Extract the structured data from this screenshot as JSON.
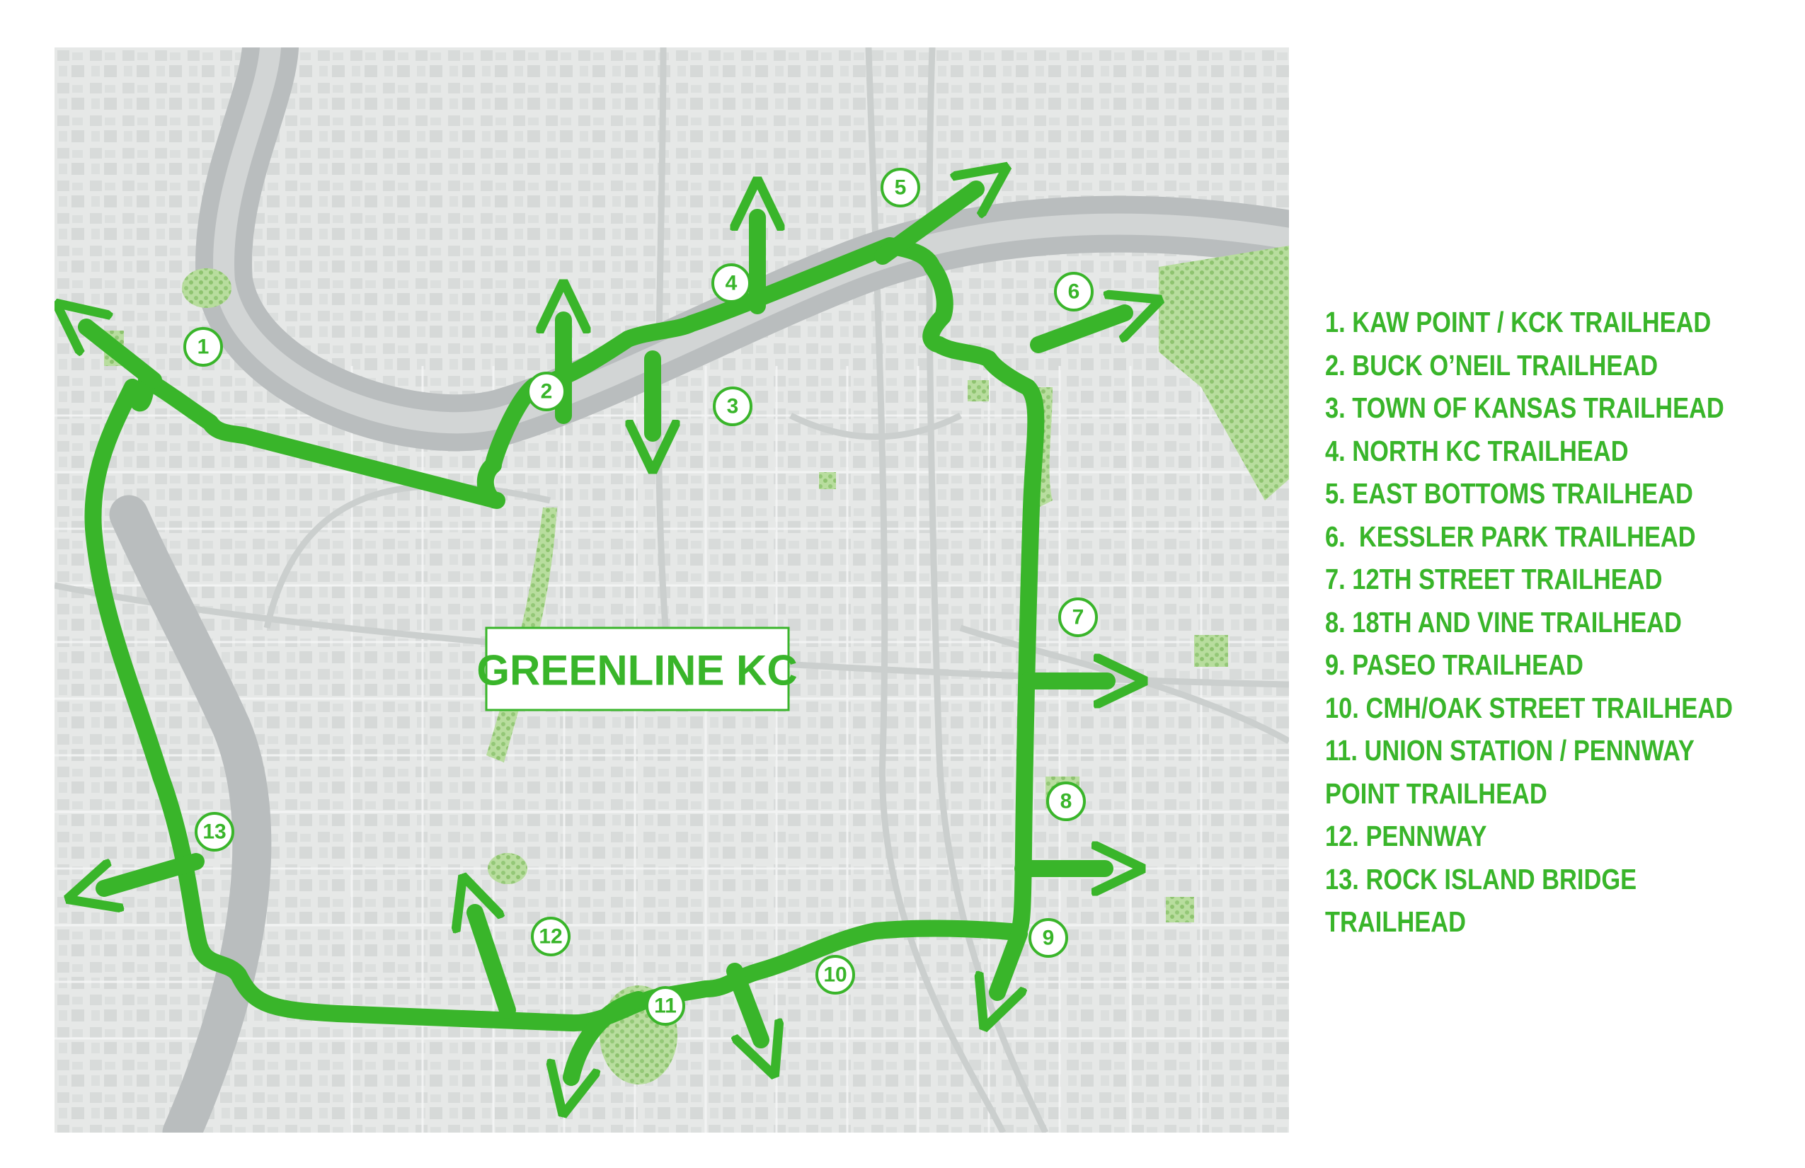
{
  "map": {
    "title": "GREENLINE KC",
    "colors": {
      "route": "#39b52a",
      "park": "#a8d98a",
      "river": "#b9bdbe",
      "basemap": "#e5e7e6",
      "roads": "#cfd2d2",
      "label_background": "#ffffff"
    },
    "markers": [
      {
        "number": "1"
      },
      {
        "number": "2"
      },
      {
        "number": "3"
      },
      {
        "number": "4"
      },
      {
        "number": "5"
      },
      {
        "number": "6"
      },
      {
        "number": "7"
      },
      {
        "number": "8"
      },
      {
        "number": "9"
      },
      {
        "number": "10"
      },
      {
        "number": "11"
      },
      {
        "number": "12"
      },
      {
        "number": "13"
      }
    ]
  },
  "legend": {
    "items": [
      "1. KAW POINT / KCK TRAILHEAD",
      "2. BUCK O’NEIL TRAILHEAD",
      "3. TOWN OF KANSAS TRAILHEAD",
      "4. NORTH KC TRAILHEAD",
      "5. EAST BOTTOMS TRAILHEAD",
      "6.  KESSLER PARK TRAILHEAD",
      "7. 12TH STREET TRAILHEAD",
      "8. 18TH AND VINE TRAILHEAD",
      "9. PASEO TRAILHEAD",
      "10. CMH/OAK STREET TRAILHEAD",
      "11. UNION STATION / PENNWAY",
      "POINT TRAILHEAD",
      "12. PENNWAY",
      "13. ROCK ISLAND BRIDGE",
      "TRAILHEAD"
    ]
  }
}
